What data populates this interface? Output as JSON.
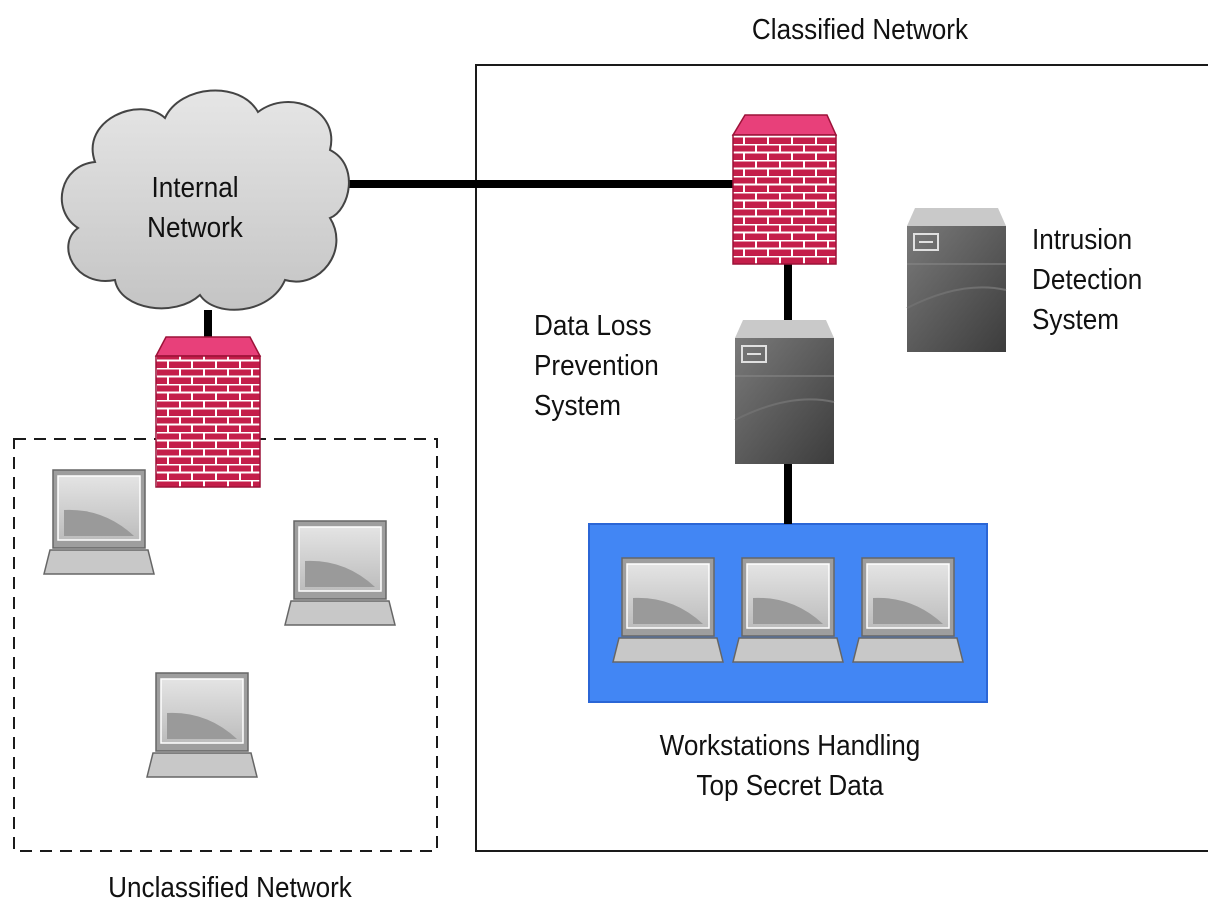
{
  "diagram": {
    "zones": {
      "classified": {
        "title": "Classified Network"
      },
      "unclassified": {
        "title": "Unclassified Network"
      },
      "top_secret": {
        "title_line1": "Workstations Handling",
        "title_line2": "Top Secret Data"
      }
    },
    "nodes": {
      "internal_network": {
        "label_line1": "Internal",
        "label_line2": "Network"
      },
      "dlp": {
        "label_line1": "Data Loss",
        "label_line2": "Prevention",
        "label_line3": "System"
      },
      "ids": {
        "label_line1": "Intrusion",
        "label_line2": "Detection",
        "label_line3": "System"
      }
    },
    "icons": {
      "cloud": "cloud-icon",
      "firewall": "firewall-icon",
      "server": "server-icon",
      "laptop": "laptop-icon"
    },
    "colors": {
      "firewall_fill": "#c41e4a",
      "firewall_top": "#e8407a",
      "top_secret_zone": "#4286f4",
      "server_body": "#5a5a5a",
      "cloud_fill": "#d4d4d4",
      "laptop_body": "#bdbdbd",
      "connector": "#000000"
    }
  }
}
